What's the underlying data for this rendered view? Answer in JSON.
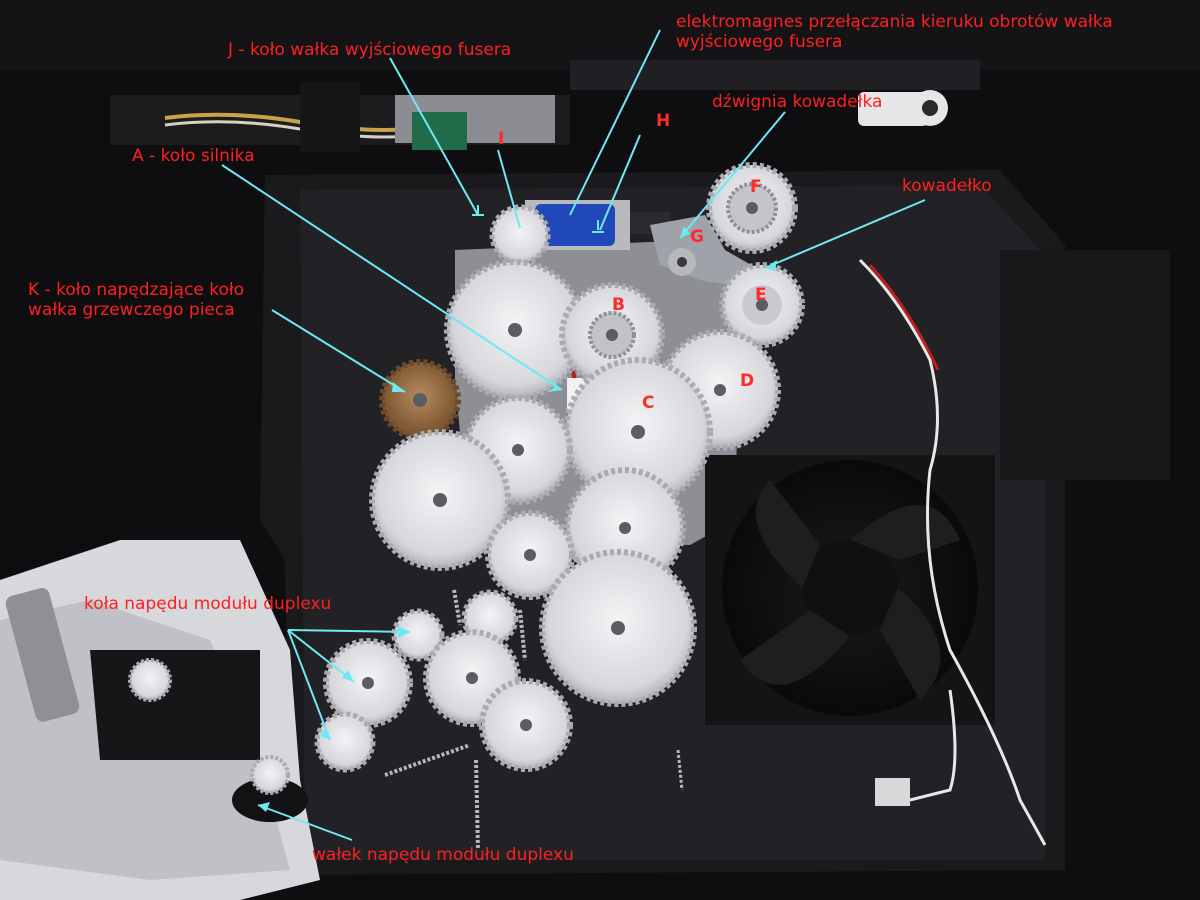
{
  "annotations": {
    "elektromagnes": "elektromagnes przełączania kieruku obrotów wałka\nwyjściowego fusera",
    "kolo_j": "J - koło wałka wyjściowego fusera",
    "dzwignia": "dźwignia kowadełka",
    "kolo_a": "A - koło silnika",
    "kowadelko": "kowadełko",
    "kolo_k": "K - koło napędzające koło\nwałka grzewczego pieca",
    "duplex_wheels": "koła napędu modułu duplexu",
    "duplex_roller": "wałek napędu modułu duplexu"
  },
  "gear_letters": {
    "I": "I",
    "H": "H",
    "F": "F",
    "G": "G",
    "E": "E",
    "B": "B",
    "D": "D",
    "C": "C"
  },
  "colors": {
    "label_text": "#ff1f1f",
    "arrow": "#6ee8f2",
    "background": "#0e0e10"
  }
}
